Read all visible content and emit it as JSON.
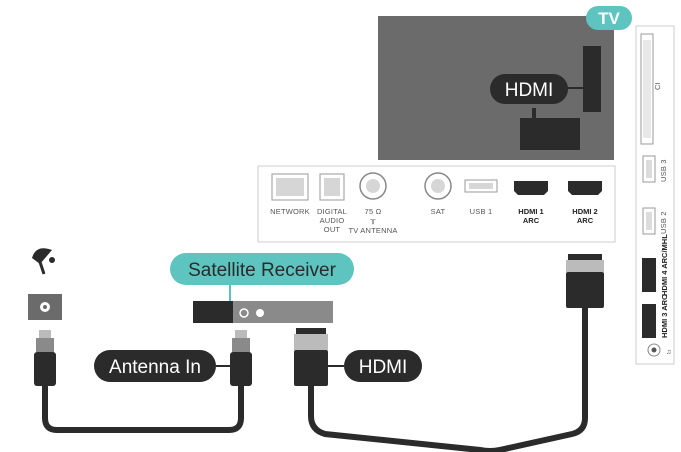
{
  "tv_badge": "TV",
  "hdmi_on_tv": "HDMI",
  "satellite_receiver": "Satellite Receiver",
  "antenna_in": "Antenna In",
  "hdmi_cable_label": "HDMI",
  "back_panel": {
    "network": "NETWORK",
    "digital_audio_line1": "DIGITAL",
    "digital_audio_line2": "AUDIO",
    "digital_audio_line3": "OUT",
    "tv_antenna_ohm": "75 Ω",
    "tv_antenna": "TV ANTENNA",
    "sat": "SAT",
    "usb1": "USB 1",
    "hdmi1_line1": "HDMI 1",
    "hdmi1_line2": "ARC",
    "hdmi2_line1": "HDMI 2",
    "hdmi2_line2": "ARC"
  },
  "side_panel": {
    "usb3": "USB 3",
    "usb2": "USB 2",
    "hdmi4": "HDMI 4 ARC/MHL",
    "hdmi3": "HDMI 3 ARC"
  },
  "colors": {
    "teal": "#5ec4bf",
    "dark": "#2b2b2b",
    "tv_gray": "#6b6b6b",
    "cable_gray": "#8a8a8a"
  }
}
